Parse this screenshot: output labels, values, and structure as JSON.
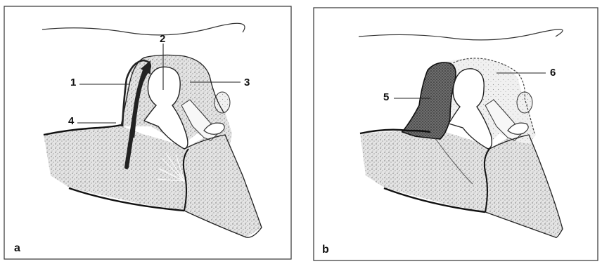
{
  "figure": {
    "panels": [
      {
        "id": "a",
        "panel_label": "a",
        "labels": {
          "l1": "1",
          "l2": "2",
          "l3": "3",
          "l4": "4"
        }
      },
      {
        "id": "b",
        "panel_label": "b",
        "labels": {
          "l5": "5",
          "l6": "6"
        }
      }
    ]
  }
}
